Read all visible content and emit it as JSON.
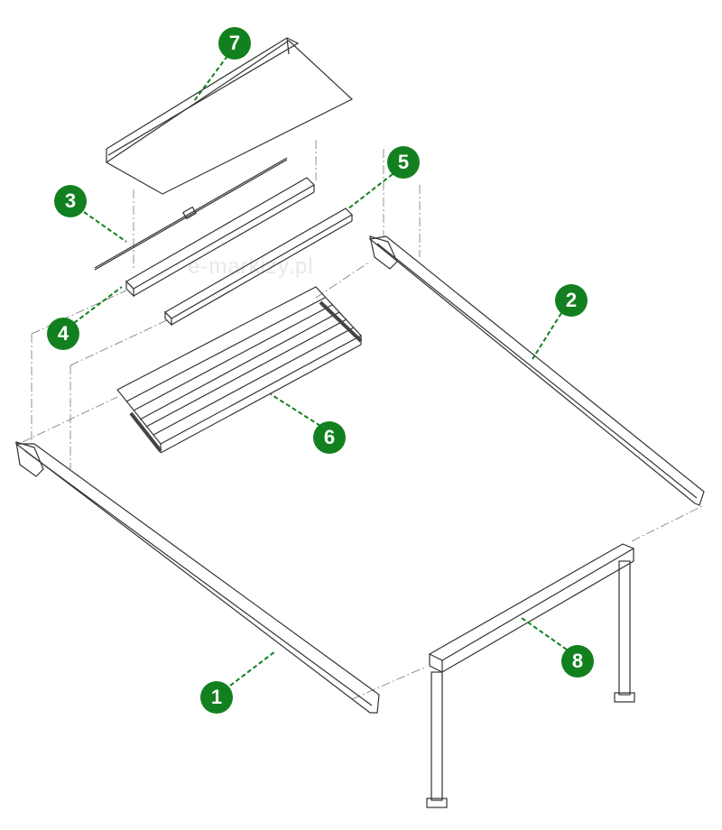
{
  "watermark": "e-markizy.pl",
  "colors": {
    "badge": "#13801f",
    "line": "#333333",
    "leader": "#13801f"
  },
  "callouts": [
    {
      "label": "1",
      "part": "left-rail"
    },
    {
      "label": "2",
      "part": "right-rail"
    },
    {
      "label": "3",
      "part": "rod"
    },
    {
      "label": "4",
      "part": "front-profile"
    },
    {
      "label": "5",
      "part": "rear-profile"
    },
    {
      "label": "6",
      "part": "pleated-fabric"
    },
    {
      "label": "7",
      "part": "cover-panel"
    },
    {
      "label": "8",
      "part": "support-frame"
    }
  ]
}
